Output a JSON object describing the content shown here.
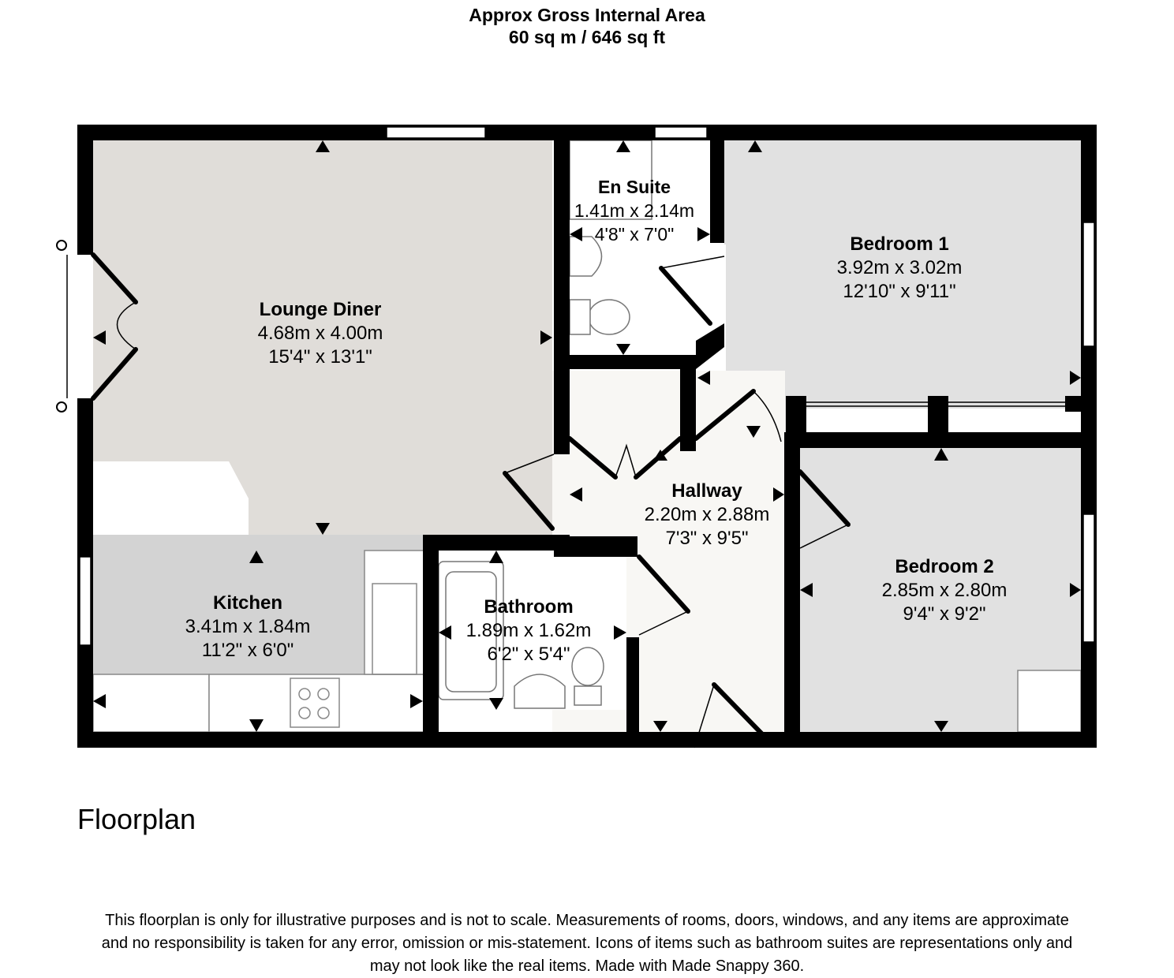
{
  "header": {
    "area_title": "Approx Gross Internal Area",
    "area_value": "60 sq m / 646 sq ft"
  },
  "rooms": {
    "lounge": {
      "name": "Lounge Diner",
      "metric": "4.68m x 4.00m",
      "imperial": "15'4\" x 13'1\""
    },
    "ensuite": {
      "name": "En Suite",
      "metric": "1.41m x 2.14m",
      "imperial": "4'8\" x 7'0\""
    },
    "bedroom1": {
      "name": "Bedroom 1",
      "metric": "3.92m x 3.02m",
      "imperial": "12'10\" x 9'11\""
    },
    "hallway": {
      "name": "Hallway",
      "metric": "2.20m x 2.88m",
      "imperial": "7'3\" x 9'5\""
    },
    "kitchen": {
      "name": "Kitchen",
      "metric": "3.41m x 1.84m",
      "imperial": "11'2\" x 6'0\""
    },
    "bathroom": {
      "name": "Bathroom",
      "metric": "1.89m x 1.62m",
      "imperial": "6'2\" x 5'4\""
    },
    "bedroom2": {
      "name": "Bedroom 2",
      "metric": "2.85m x 2.80m",
      "imperial": "9'4\" x 9'2\""
    }
  },
  "floor_title": "Floorplan",
  "disclaimer": {
    "line1": "This floorplan is only for illustrative purposes and is not to scale. Measurements of rooms, doors, windows, and any items are approximate",
    "line2": "and no responsibility is taken for any error, omission or mis-statement. Icons of items such as bathroom suites are representations only and",
    "line3": "may not look like the real items. Made with Made Snappy 360."
  },
  "colors": {
    "wall": "#000000",
    "lounge_floor": "#e0ddd9",
    "kitchen_floor": "#d3d3d3",
    "bedroom_floor": "#e1e1e1",
    "hall_floor": "#f8f7f4",
    "fixture_floor": "#ffffff"
  }
}
